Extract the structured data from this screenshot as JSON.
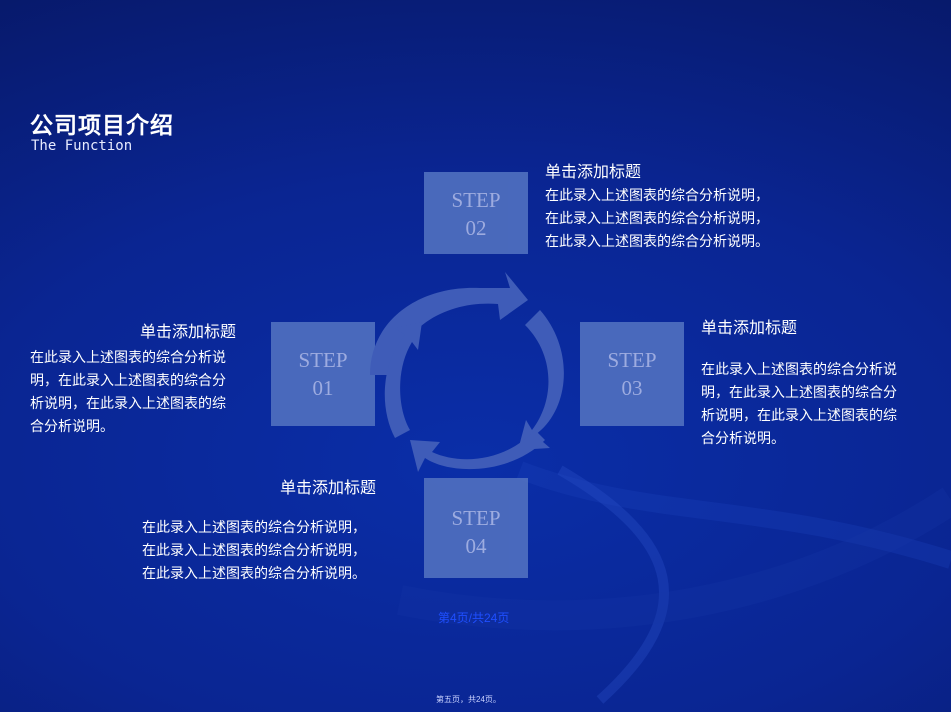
{
  "header": {
    "title": "公司项目介绍",
    "subtitle": "The Function"
  },
  "steps": [
    {
      "label": "STEP",
      "num": "01"
    },
    {
      "label": "STEP",
      "num": "02"
    },
    {
      "label": "STEP",
      "num": "03"
    },
    {
      "label": "STEP",
      "num": "04"
    }
  ],
  "blocks": {
    "top": {
      "heading": "单击添加标题",
      "lines": [
        "在此录入上述图表的综合分析说明，",
        "在此录入上述图表的综合分析说明，",
        "在此录入上述图表的综合分析说明。"
      ]
    },
    "left": {
      "heading": "单击添加标题",
      "lines": [
        "在此录入上述图表的综合分析说",
        "明，在此录入上述图表的综合分",
        "析说明，在此录入上述图表的综",
        "合分析说明。"
      ]
    },
    "right": {
      "heading": "单击添加标题",
      "lines": [
        "在此录入上述图表的综合分析说",
        "明，在此录入上述图表的综合分",
        "析说明，在此录入上述图表的综",
        "合分析说明。"
      ]
    },
    "bottom": {
      "heading": "单击添加标题",
      "lines": [
        "在此录入上述图表的综合分析说明，",
        "在此录入上述图表的综合分析说明，",
        "在此录入上述图表的综合分析说明。"
      ]
    }
  },
  "pager": "第4页/共24页",
  "footer": "第五页，共24页。",
  "colors": {
    "background": "#0a2592",
    "step_box": "#4f6fbf",
    "cycle_arrow": "#3f5cb8",
    "pager": "#1f4fff"
  }
}
